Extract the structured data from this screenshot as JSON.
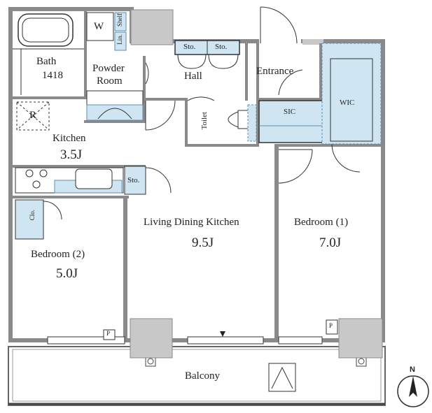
{
  "labels": {
    "w": "W",
    "shelf": "Shelf",
    "lin": "Lin.",
    "bath": "Bath",
    "bath_size": "1418",
    "powder_room_1": "Powder",
    "powder_room_2": "Room",
    "sto_1": "Sto.",
    "sto_2": "Sto.",
    "hall": "Hall",
    "entrance": "Entrance",
    "wic": "WIC",
    "sic": "SIC",
    "toilet": "Toilet",
    "r": "R",
    "kitchen": "Kitchen",
    "kitchen_size": "3.5J",
    "sto_kitchen": "Sto.",
    "clo": "Clo.",
    "ldk": "Living Dining Kitchen",
    "ldk_size": "9.5J",
    "bedroom1": "Bedroom (1)",
    "bedroom1_size": "7.0J",
    "bedroom2": "Bedroom (2)",
    "bedroom2_size": "5.0J",
    "p_left": "P",
    "p_right": "P",
    "balcony": "Balcony",
    "north": "N"
  },
  "colors": {
    "wall": "#8a8a8a",
    "wall_dark": "#6f6f6f",
    "shaft": "#c8c8c8",
    "storage": "#cfe6f2",
    "storage_stroke": "#5b8fb0",
    "line": "#333333"
  }
}
